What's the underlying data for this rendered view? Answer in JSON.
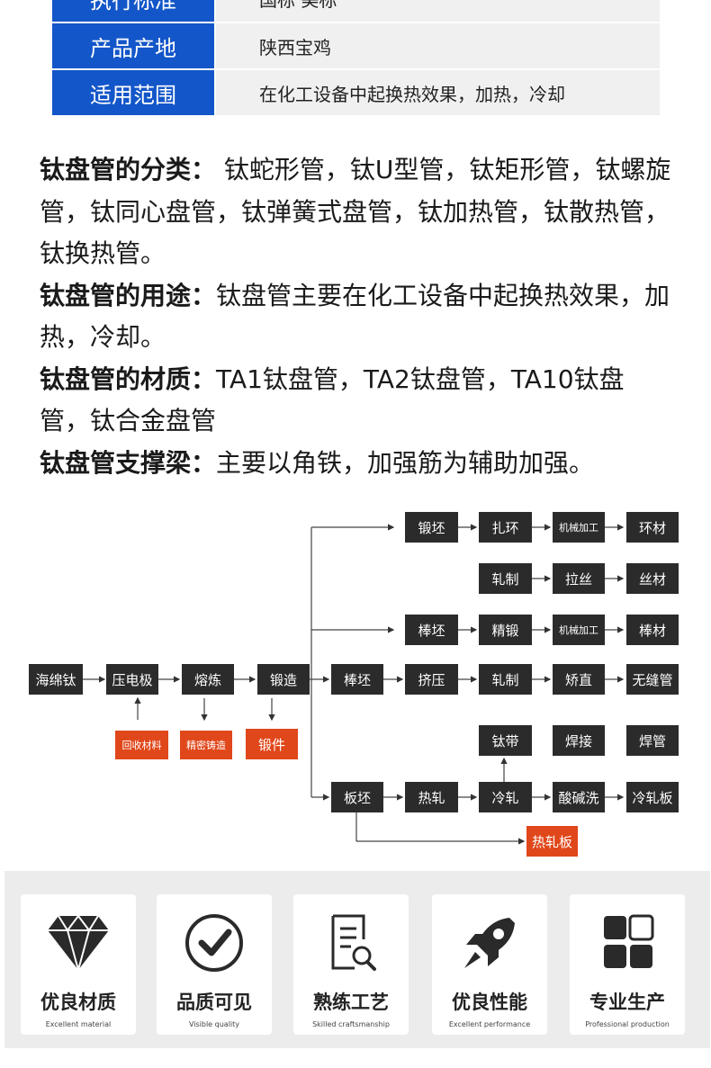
{
  "spec_table": [
    {
      "key": "执行标准",
      "value": "国标 美标"
    },
    {
      "key": "产品产地",
      "value": "陕西宝鸡"
    },
    {
      "key": "适用范围",
      "value": "在化工设备中起换热效果，加热，冷却"
    }
  ],
  "description": {
    "classification_label": "钛盘管的分类：",
    "classification_text": " 钛蛇形管，钛U型管，钛矩形管，钛螺旋管，钛同心盘管，钛弹簧式盘管，钛加热管，钛散热管，钛换热管。",
    "usage_label": "钛盘管的用途：",
    "usage_text": "钛盘管主要在化工设备中起换热效果，加热，冷却。",
    "material_label": "钛盘管的材质：",
    "material_text": "TA1钛盘管，TA2钛盘管，TA10钛盘管，钛合金盘管",
    "support_label": "钛盘管支撑梁：",
    "support_text": "主要以角铁，加强筋为辅助加强。"
  },
  "flow": {
    "sponge": "海绵钛",
    "electrode": "压电极",
    "smelting": "熔炼",
    "forging": "锻造",
    "recycled": "回收材料",
    "precision_casting": "精密铸造",
    "forgings": "锻件",
    "ingot_blank": "锻坯",
    "ring_rolling": "扎环",
    "machining_1": "机械加工",
    "ring_material": "环材",
    "rolling_1": "轧制",
    "wire_drawing": "拉丝",
    "wire_material": "丝材",
    "bar_blank_1": "棒坯",
    "fine_forging": "精锻",
    "machining_2": "机械加工",
    "bar_material": "棒材",
    "bar_blank_2": "棒坯",
    "extrusion": "挤压",
    "rolling_2": "轧制",
    "straightening": "矫直",
    "seamless_tube": "无缝管",
    "titanium_strip": "钛带",
    "welding": "焊接",
    "welded_tube": "焊管",
    "slab": "板坯",
    "hot_rolling": "热轧",
    "cold_rolling": "冷轧",
    "pickling": "酸碱洗",
    "cold_rolled_plate": "冷轧板",
    "hot_rolled_plate": "热轧板"
  },
  "features": [
    {
      "icon": "diamond-icon",
      "title": "优良材质",
      "subtitle": "Excellent material"
    },
    {
      "icon": "checkmark-circle-icon",
      "title": "品质可见",
      "subtitle": "Visible quality"
    },
    {
      "icon": "document-search-icon",
      "title": "熟练工艺",
      "subtitle": "Skilled craftsmanship"
    },
    {
      "icon": "rocket-icon",
      "title": "优良性能",
      "subtitle": "Excellent performance"
    },
    {
      "icon": "grid-blocks-icon",
      "title": "专业生产",
      "subtitle": "Professional production"
    }
  ]
}
